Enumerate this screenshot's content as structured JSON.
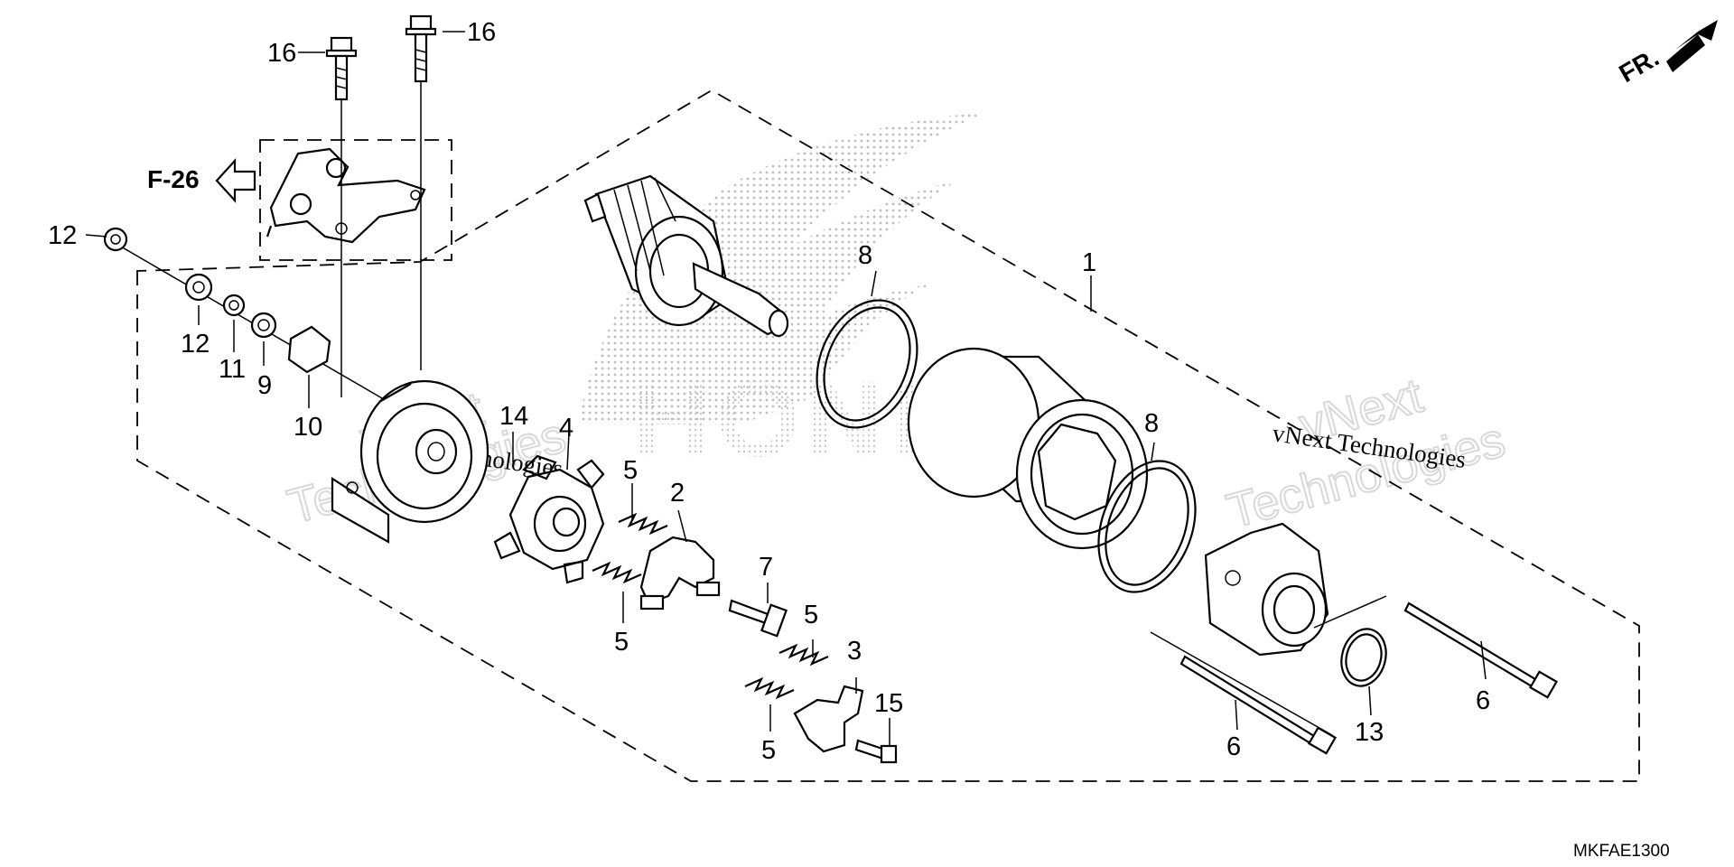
{
  "diagram": {
    "code": "MKFAE1300",
    "front_indicator": "FR.",
    "reference": "F-26",
    "watermark_line": "vNext Technologies",
    "watermark_word_1": "vNext",
    "watermark_word_2": "Technologies",
    "logo_text": "HONDA",
    "callouts": [
      {
        "id": "1",
        "part": "starter-motor-assembly"
      },
      {
        "id": "2",
        "part": "brush-holder"
      },
      {
        "id": "3",
        "part": "brush-holder-lower"
      },
      {
        "id": "4",
        "part": "brush-plate"
      },
      {
        "id": "5",
        "part": "brush-spring"
      },
      {
        "id": "6",
        "part": "through-bolt"
      },
      {
        "id": "7",
        "part": "terminal-bolt"
      },
      {
        "id": "8",
        "part": "o-ring"
      },
      {
        "id": "9",
        "part": "washer"
      },
      {
        "id": "10",
        "part": "insulator"
      },
      {
        "id": "11",
        "part": "washer"
      },
      {
        "id": "12",
        "part": "nut"
      },
      {
        "id": "13",
        "part": "o-ring-small"
      },
      {
        "id": "14",
        "part": "front-cover"
      },
      {
        "id": "15",
        "part": "screw"
      },
      {
        "id": "16",
        "part": "flange-bolt"
      }
    ]
  }
}
